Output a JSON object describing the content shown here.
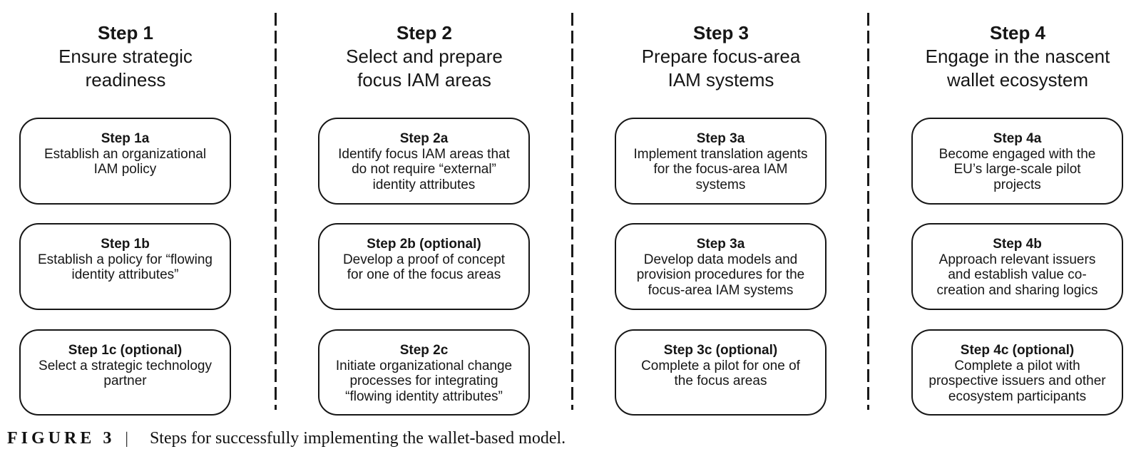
{
  "figure": {
    "columns": [
      {
        "step": "Step 1",
        "subtitle": "Ensure strategic\nreadiness",
        "boxes": [
          {
            "title": "Step 1a",
            "body": "Establish an organizational\nIAM policy"
          },
          {
            "title": "Step 1b",
            "body": "Establish a policy for “flowing\nidentity attributes”"
          },
          {
            "title": "Step 1c (optional)",
            "body": "Select a strategic technology\npartner"
          }
        ]
      },
      {
        "step": "Step 2",
        "subtitle": "Select and prepare\nfocus IAM areas",
        "boxes": [
          {
            "title": "Step 2a",
            "body": "Identify focus IAM areas that\ndo not require “external”\nidentity attributes"
          },
          {
            "title": "Step 2b (optional)",
            "body": "Develop a proof of concept\nfor one of the focus areas"
          },
          {
            "title": "Step 2c",
            "body": "Initiate organizational change\nprocesses for integrating\n“flowing identity attributes”"
          }
        ]
      },
      {
        "step": "Step 3",
        "subtitle": "Prepare focus-area\nIAM systems",
        "boxes": [
          {
            "title": "Step 3a",
            "body": "Implement translation agents\nfor the focus-area IAM\nsystems"
          },
          {
            "title": "Step 3a",
            "body": "Develop data models and\nprovision procedures for the\nfocus-area IAM systems"
          },
          {
            "title": "Step 3c (optional)",
            "body": "Complete a pilot for one of\nthe focus areas"
          }
        ]
      },
      {
        "step": "Step 4",
        "subtitle": "Engage in the nascent\nwallet ecosystem",
        "boxes": [
          {
            "title": "Step 4a",
            "body": "Become engaged with the\nEU’s large-scale pilot\nprojects"
          },
          {
            "title": "Step 4b",
            "body": "Approach relevant issuers\nand establish value co-\ncreation and sharing logics"
          },
          {
            "title": "Step 4c (optional)",
            "body": "Complete a pilot with\nprospective issuers and other\necosystem participants"
          }
        ]
      }
    ],
    "caption": {
      "label": "FIGURE 3",
      "separator": "|",
      "text": "Steps for successfully implementing the wallet-based model."
    }
  }
}
